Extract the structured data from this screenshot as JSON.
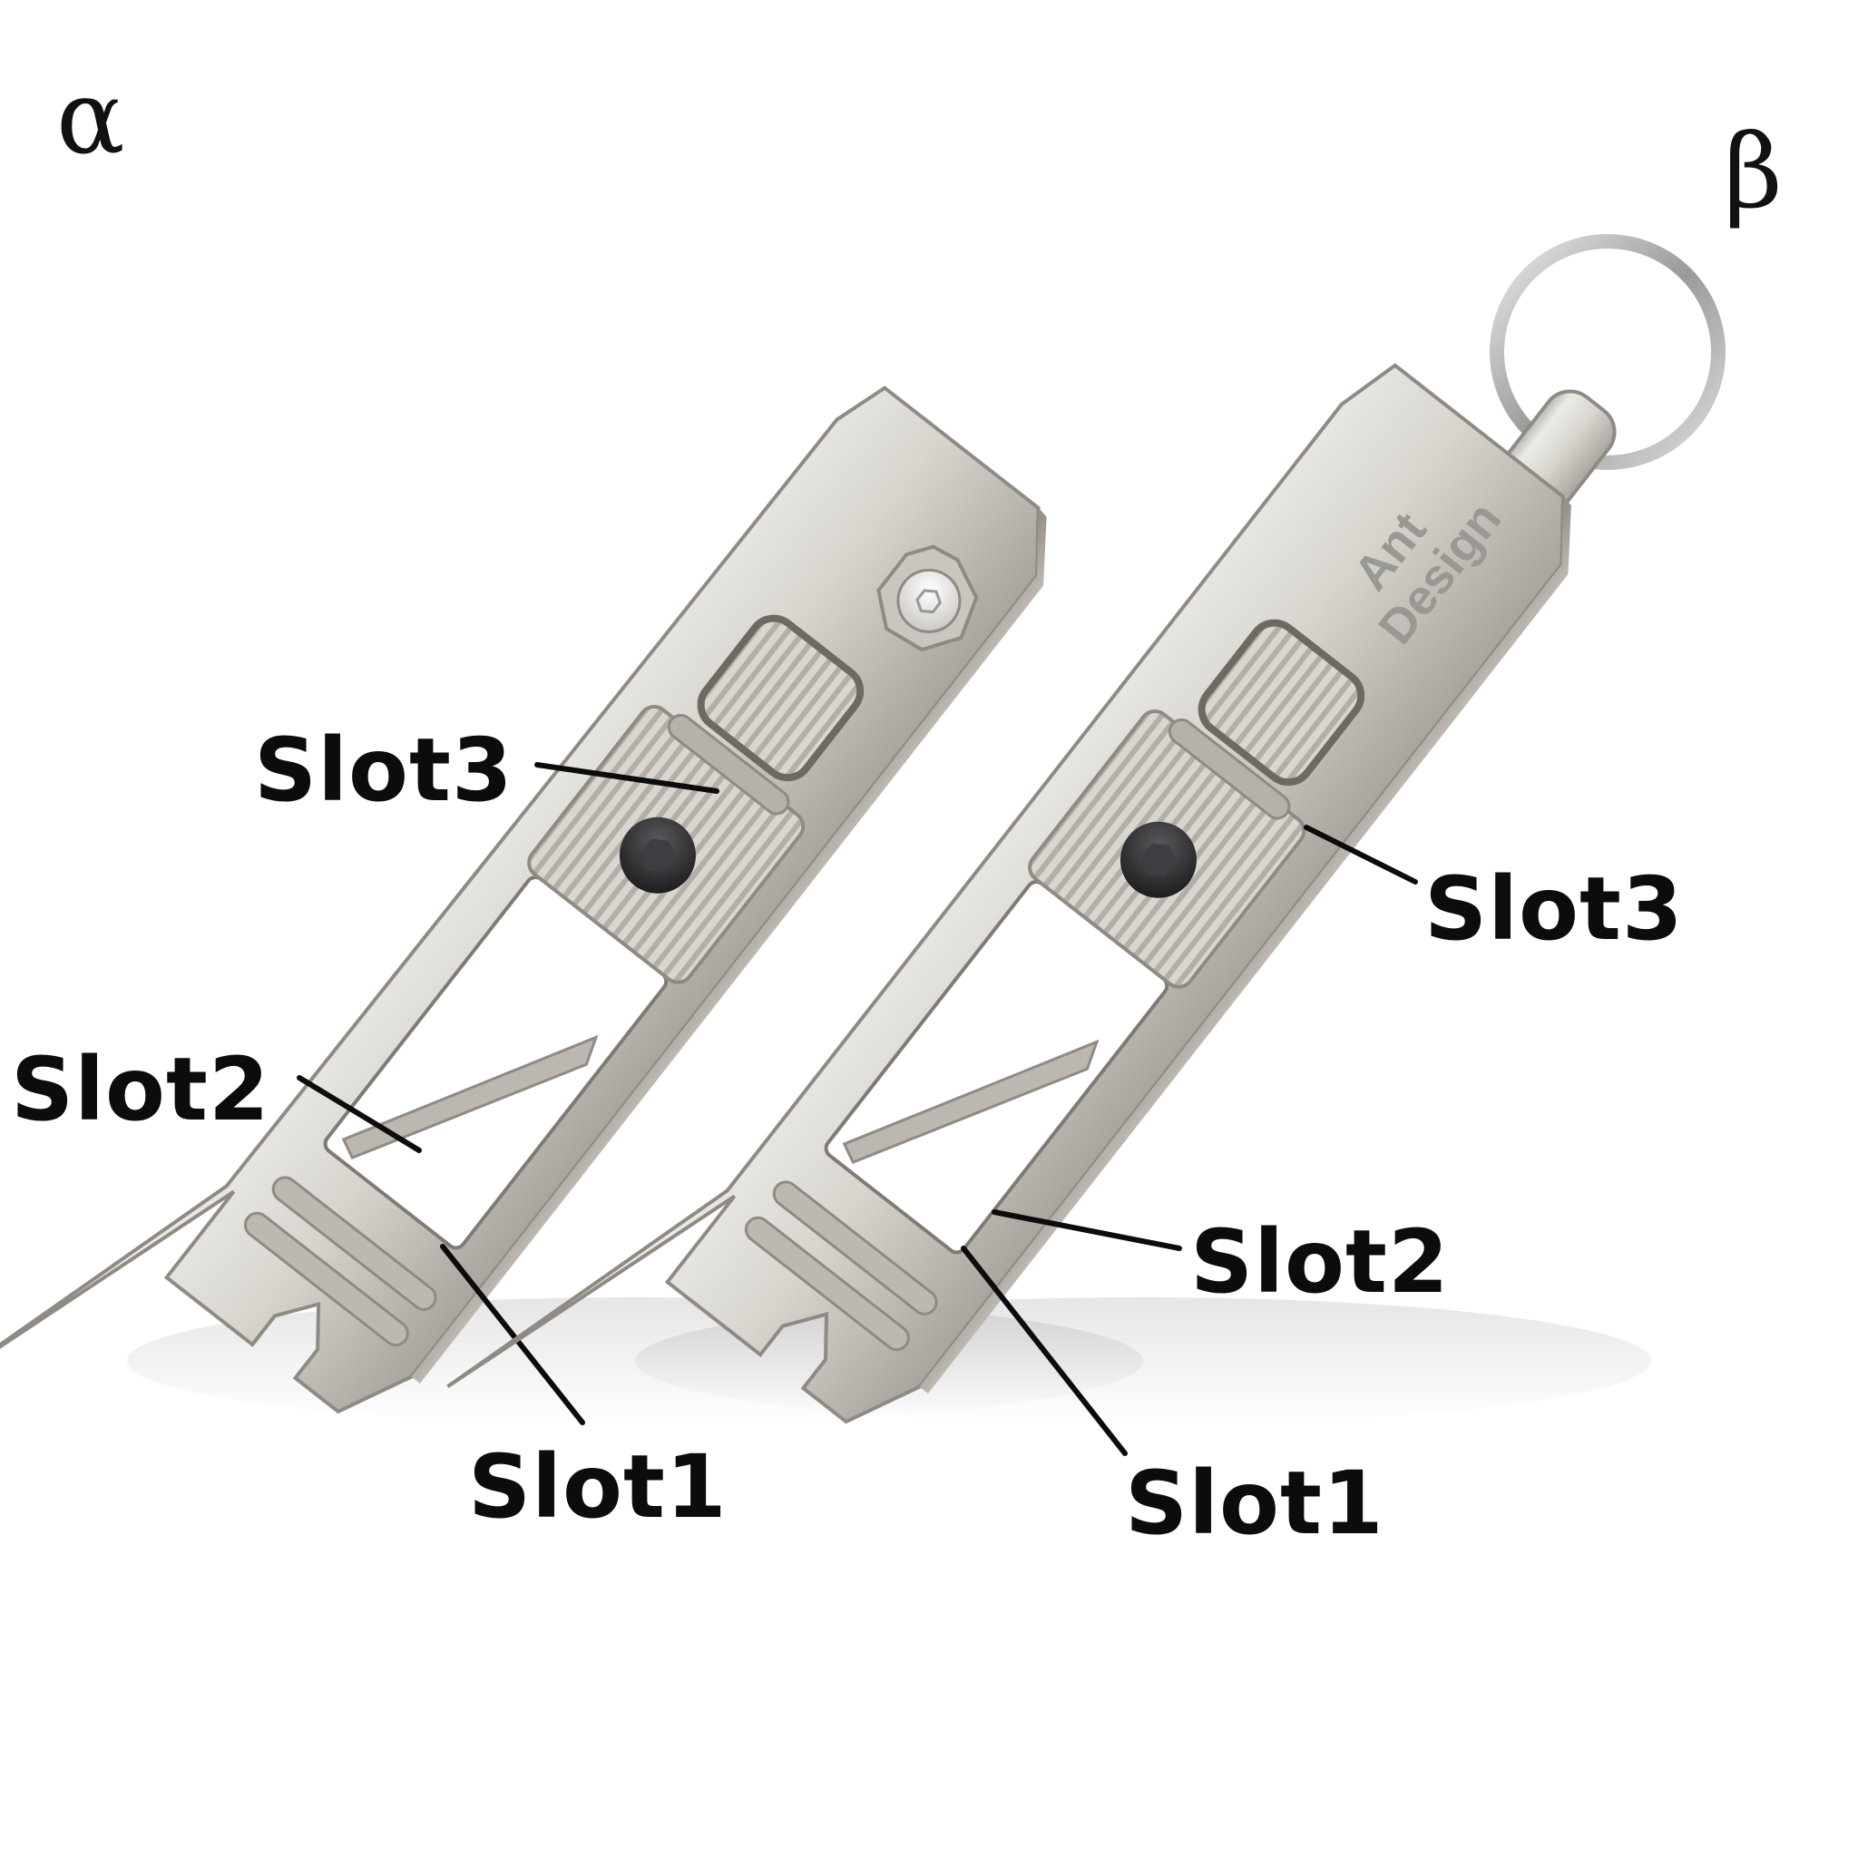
{
  "markers": {
    "alpha": "α",
    "beta": "β"
  },
  "tools": {
    "alpha": {
      "slot3": "Slot3",
      "slot2": "Slot2",
      "slot1": "Slot1"
    },
    "beta": {
      "slot3": "Slot3",
      "slot2": "Slot2",
      "slot1": "Slot1",
      "brand_line1": "Ant",
      "brand_line2": "Design"
    }
  },
  "colors": {
    "titanium_light": "#e4e1dc",
    "titanium_mid": "#c9c6c0",
    "titanium_dark": "#8f8b84",
    "screw_dark": "#2b2b2d",
    "ink": "#0c0c0c"
  }
}
